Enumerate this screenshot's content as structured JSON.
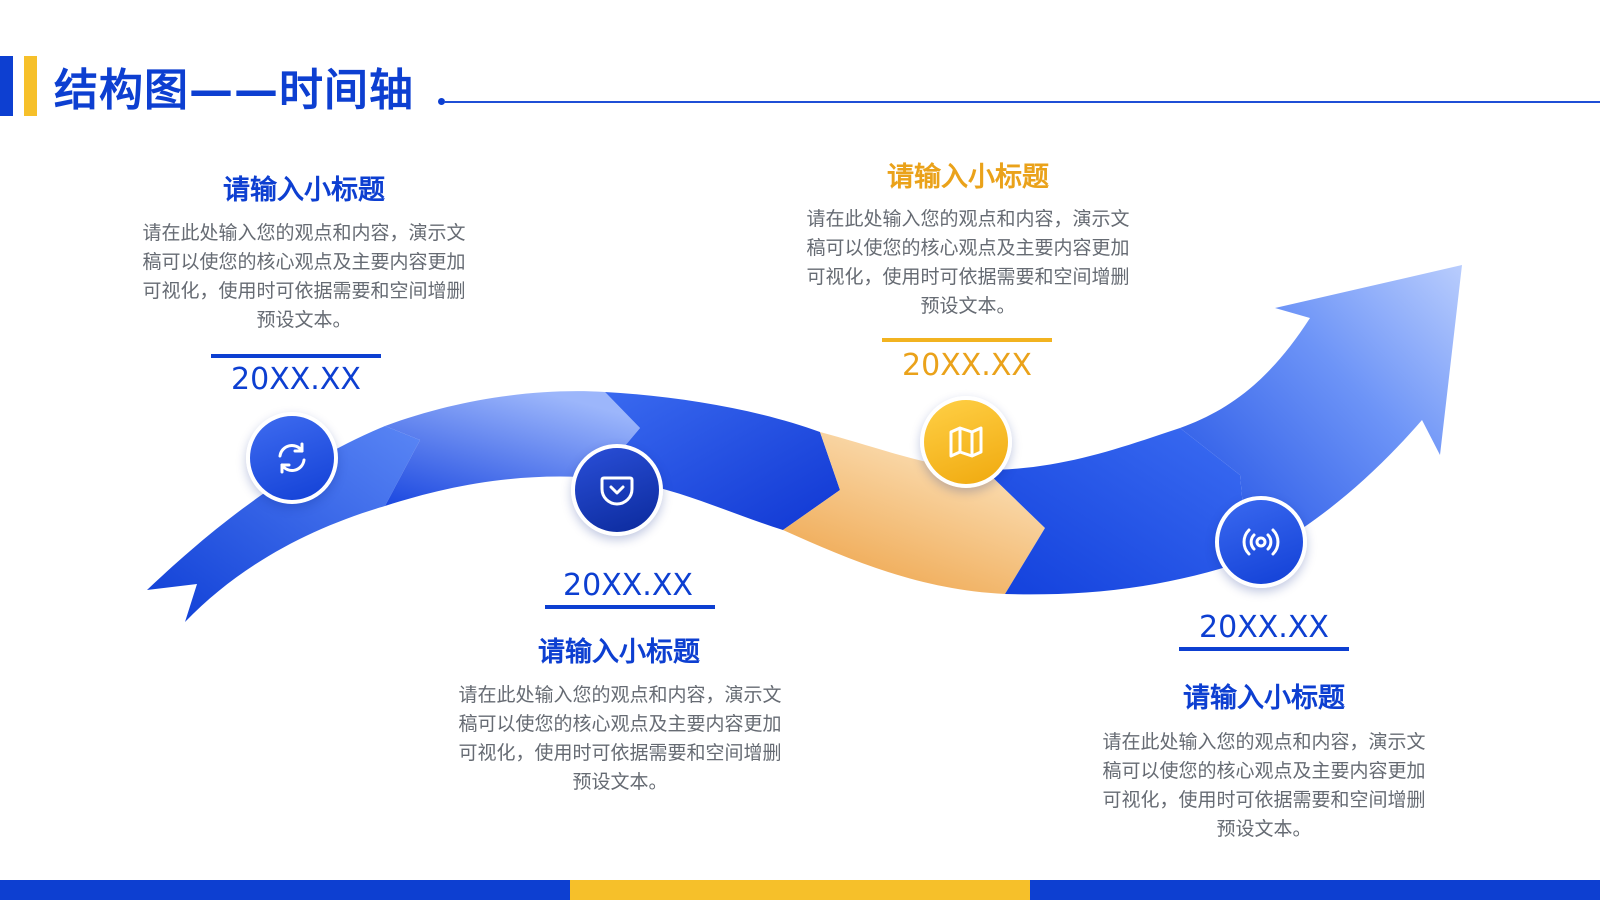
{
  "page": {
    "title": "结构图——时间轴"
  },
  "colors": {
    "primary_blue": "#0d3fd1",
    "accent_yellow": "#f6c02a",
    "body_gray": "#666b73"
  },
  "timeline": [
    {
      "subtitle": "请输入小标题",
      "body": "请在此处输入您的观点和内容，演示文稿可以使您的核心观点及主要内容更加可视化，使用时可依据需要和空间增删预设文本。",
      "date": "20XX.XX",
      "icon": "refresh-icon",
      "accent": "blue"
    },
    {
      "subtitle": "请输入小标题",
      "body": "请在此处输入您的观点和内容，演示文稿可以使您的核心观点及主要内容更加可视化，使用时可依据需要和空间增删预设文本。",
      "date": "20XX.XX",
      "icon": "pocket-icon",
      "accent": "blue"
    },
    {
      "subtitle": "请输入小标题",
      "body": "请在此处输入您的观点和内容，演示文稿可以使您的核心观点及主要内容更加可视化，使用时可依据需要和空间增删预设文本。",
      "date": "20XX.XX",
      "icon": "map-icon",
      "accent": "yellow"
    },
    {
      "subtitle": "请输入小标题",
      "body": "请在此处输入您的观点和内容，演示文稿可以使您的核心观点及主要内容更加可视化，使用时可依据需要和空间增删预设文本。",
      "date": "20XX.XX",
      "icon": "broadcast-icon",
      "accent": "blue"
    }
  ]
}
